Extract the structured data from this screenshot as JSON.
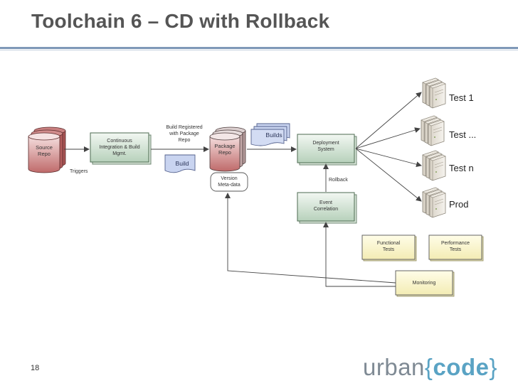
{
  "slide": {
    "title": "Toolchain 6 – CD with Rollback",
    "page_number": "18",
    "logo": {
      "prefix": "urban",
      "open": "{",
      "word": "code",
      "close": "}"
    }
  },
  "diagram": {
    "source_repo": [
      "Source",
      "Repo"
    ],
    "ci": [
      "Continuous",
      "Integration & Build",
      "Mgmt."
    ],
    "triggers": "Triggers",
    "build_registered": [
      "Build Registered",
      "with Package",
      "Repo"
    ],
    "build_doc": "Build",
    "package_repo": [
      "Package",
      "Repo"
    ],
    "builds_doc": "Builds",
    "version_meta": [
      "Version",
      "Meta-data"
    ],
    "deployment": [
      "Deployment",
      "System"
    ],
    "rollback": "Rollback",
    "event_correlation": [
      "Event",
      "Correlation"
    ],
    "functional_tests": [
      "Functional",
      "Tests"
    ],
    "performance_tests": [
      "Performance",
      "Tests"
    ],
    "monitoring": "Monitoring",
    "env_test1": "Test 1",
    "env_test_more": "Test ...",
    "env_testn": "Test n",
    "env_prod": "Prod"
  }
}
